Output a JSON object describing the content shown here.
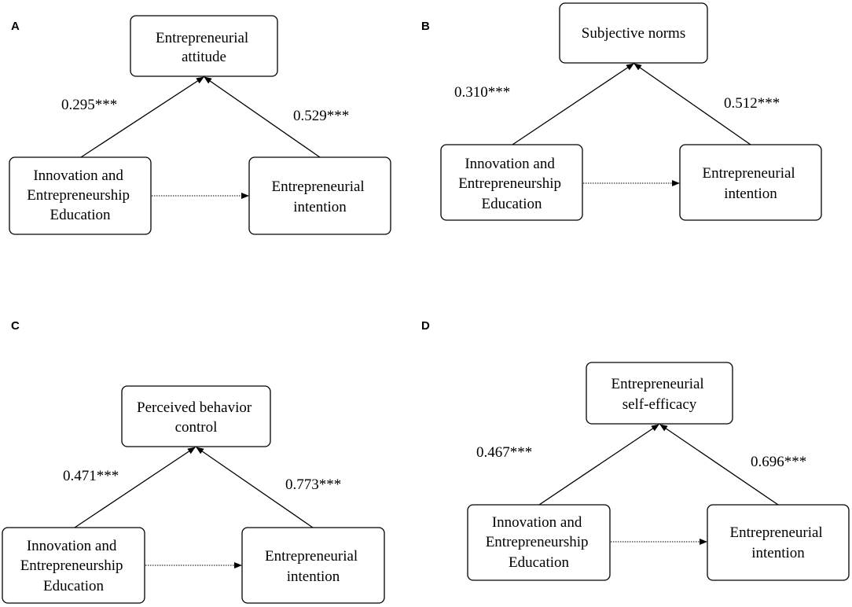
{
  "panels": [
    {
      "label": "A",
      "mediator": [
        "Entrepreneurial",
        "attitude"
      ],
      "source": [
        "Innovation and",
        "Entrepreneurship",
        "Education"
      ],
      "outcome": [
        "Entrepreneurial",
        "intention"
      ],
      "path_a": "0.295***",
      "path_b": "0.529***"
    },
    {
      "label": "B",
      "mediator": [
        "Subjective norms"
      ],
      "source": [
        "Innovation and",
        "Entrepreneurship",
        "Education"
      ],
      "outcome": [
        "Entrepreneurial",
        "intention"
      ],
      "path_a": "0.310***",
      "path_b": "0.512***"
    },
    {
      "label": "C",
      "mediator": [
        "Perceived behavior",
        "control"
      ],
      "source": [
        "Innovation and",
        "Entrepreneurship",
        "Education"
      ],
      "outcome": [
        "Entrepreneurial",
        "intention"
      ],
      "path_a": "0.471***",
      "path_b": "0.773***"
    },
    {
      "label": "D",
      "mediator": [
        "Entrepreneurial",
        "self-efficacy"
      ],
      "source": [
        "Innovation and",
        "Entrepreneurship",
        "Education"
      ],
      "outcome": [
        "Entrepreneurial",
        "intention"
      ],
      "path_a": "0.467***",
      "path_b": "0.696***"
    }
  ]
}
